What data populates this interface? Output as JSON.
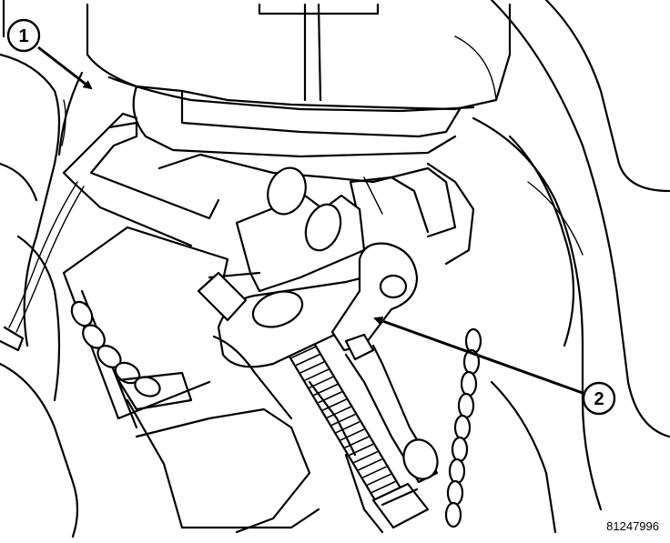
{
  "figure": {
    "callouts": [
      {
        "label": "1"
      },
      {
        "label": "2"
      }
    ],
    "figure_id": "81247996"
  }
}
